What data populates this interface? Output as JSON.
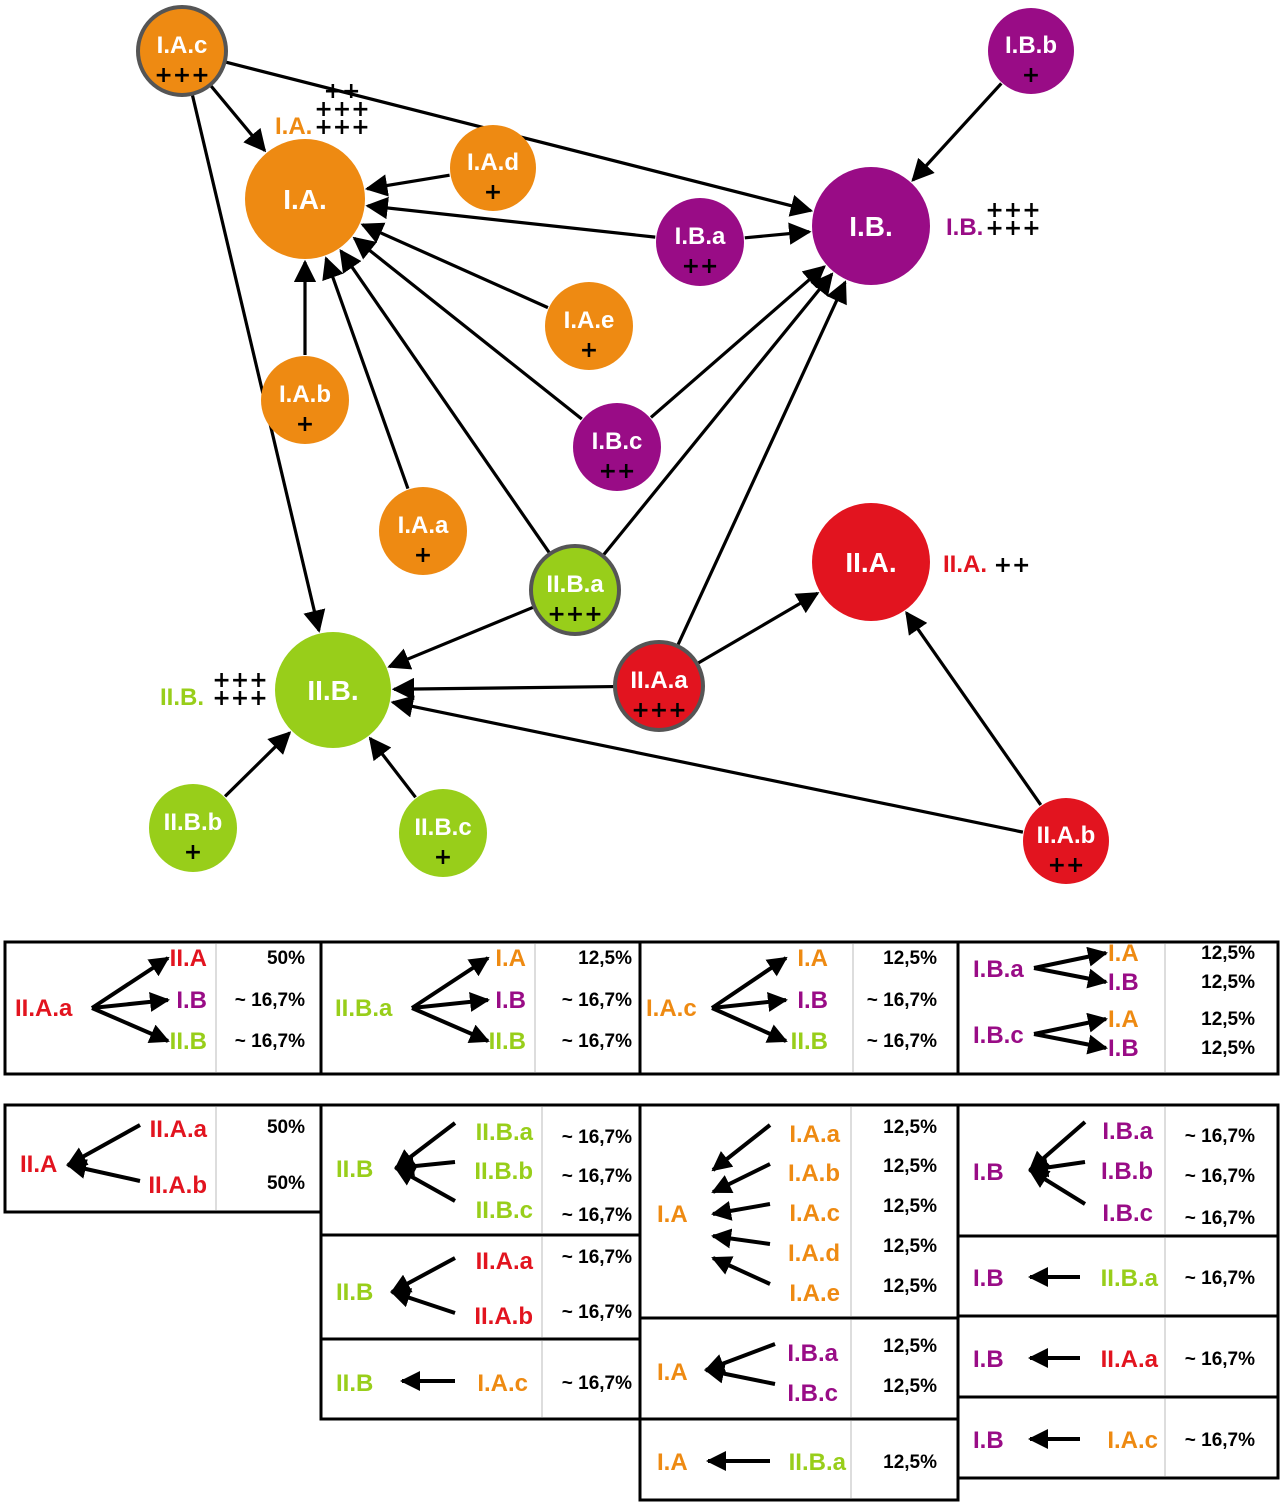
{
  "colors": {
    "orange": "#EE8A12",
    "purple": "#990C86",
    "green": "#98CE1A",
    "red": "#E2141F",
    "arrow": "#000000",
    "outline": "#555555"
  },
  "nodes": [
    {
      "id": "IAc",
      "label": "I.A.c",
      "mark": "+++",
      "color": "orange",
      "outlined": true
    },
    {
      "id": "IA",
      "label": "I.A.",
      "mark": "",
      "color": "orange",
      "outlined": false
    },
    {
      "id": "IAd",
      "label": "I.A.d",
      "mark": "+",
      "color": "orange",
      "outlined": false
    },
    {
      "id": "IAe",
      "label": "I.A.e",
      "mark": "+",
      "color": "orange",
      "outlined": false
    },
    {
      "id": "IAb",
      "label": "I.A.b",
      "mark": "+",
      "color": "orange",
      "outlined": false
    },
    {
      "id": "IAa",
      "label": "I.A.a",
      "mark": "+",
      "color": "orange",
      "outlined": false
    },
    {
      "id": "IBb",
      "label": "I.B.b",
      "mark": "+",
      "color": "purple",
      "outlined": false
    },
    {
      "id": "IB",
      "label": "I.B.",
      "mark": "",
      "color": "purple",
      "outlined": false
    },
    {
      "id": "IBa",
      "label": "I.B.a",
      "mark": "++",
      "color": "purple",
      "outlined": false
    },
    {
      "id": "IBc",
      "label": "I.B.c",
      "mark": "++",
      "color": "purple",
      "outlined": false
    },
    {
      "id": "IIA",
      "label": "II.A.",
      "mark": "",
      "color": "red",
      "outlined": false
    },
    {
      "id": "IIAa",
      "label": "II.A.a",
      "mark": "+++",
      "color": "red",
      "outlined": true
    },
    {
      "id": "IIAb",
      "label": "II.A.b",
      "mark": "++",
      "color": "red",
      "outlined": false
    },
    {
      "id": "IIBa",
      "label": "II.B.a",
      "mark": "+++",
      "color": "green",
      "outlined": true
    },
    {
      "id": "IIB",
      "label": "II.B.",
      "mark": "",
      "color": "green",
      "outlined": false
    },
    {
      "id": "IIBb",
      "label": "II.B.b",
      "mark": "+",
      "color": "green",
      "outlined": false
    },
    {
      "id": "IIBc",
      "label": "II.B.c",
      "mark": "+",
      "color": "green",
      "outlined": false
    }
  ],
  "edges": [
    {
      "from": "IAc",
      "to": "IA"
    },
    {
      "from": "IAc",
      "to": "IB"
    },
    {
      "from": "IAc",
      "to": "IIB"
    },
    {
      "from": "IAd",
      "to": "IA"
    },
    {
      "from": "IBa",
      "to": "IA"
    },
    {
      "from": "IBa",
      "to": "IB"
    },
    {
      "from": "IAe",
      "to": "IA"
    },
    {
      "from": "IBc",
      "to": "IA"
    },
    {
      "from": "IBc",
      "to": "IB"
    },
    {
      "from": "IAb",
      "to": "IA"
    },
    {
      "from": "IAa",
      "to": "IA"
    },
    {
      "from": "IIBa",
      "to": "IA"
    },
    {
      "from": "IIBa",
      "to": "IB"
    },
    {
      "from": "IIBa",
      "to": "IIB"
    },
    {
      "from": "IBb",
      "to": "IB"
    },
    {
      "from": "IIAa",
      "to": "IB"
    },
    {
      "from": "IIAa",
      "to": "IIA"
    },
    {
      "from": "IIAa",
      "to": "IIB"
    },
    {
      "from": "IIAb",
      "to": "IIA"
    },
    {
      "from": "IIAb",
      "to": "IIB"
    },
    {
      "from": "IIBb",
      "to": "IIB"
    },
    {
      "from": "IIBc",
      "to": "IIB"
    }
  ],
  "hub_tags": [
    {
      "id": "IA",
      "label": "I.A.",
      "color": "orange",
      "marks": [
        "++",
        "+++",
        "+++"
      ]
    },
    {
      "id": "IB",
      "label": "I.B.",
      "color": "purple",
      "marks": [
        "+++",
        "+++"
      ]
    },
    {
      "id": "IIA",
      "label": "II.A.",
      "color": "red",
      "marks": [
        "++"
      ]
    },
    {
      "id": "IIB",
      "label": "II.B.",
      "color": "green",
      "marks": [
        "+++",
        "+++"
      ]
    }
  ],
  "table_row1": [
    {
      "source": {
        "t": "II.A.a",
        "c": "red"
      },
      "targets": [
        {
          "t": "II.A",
          "c": "red"
        },
        {
          "t": "I.B",
          "c": "purple"
        },
        {
          "t": "II.B",
          "c": "green"
        }
      ],
      "pcts": [
        "50%",
        "~ 16,7%",
        "~ 16,7%"
      ]
    },
    {
      "source": {
        "t": "II.B.a",
        "c": "green"
      },
      "targets": [
        {
          "t": "I.A",
          "c": "orange"
        },
        {
          "t": "I.B",
          "c": "purple"
        },
        {
          "t": "II.B",
          "c": "green"
        }
      ],
      "pcts": [
        "12,5%",
        "~ 16,7%",
        "~ 16,7%"
      ]
    },
    {
      "source": {
        "t": "I.A.c",
        "c": "orange"
      },
      "targets": [
        {
          "t": "I.A",
          "c": "orange"
        },
        {
          "t": "I.B",
          "c": "purple"
        },
        {
          "t": "II.B",
          "c": "green"
        }
      ],
      "pcts": [
        "12,5%",
        "~ 16,7%",
        "~ 16,7%"
      ]
    },
    {
      "groups": [
        {
          "source": {
            "t": "I.B.a",
            "c": "purple"
          },
          "targets": [
            {
              "t": "I.A",
              "c": "orange"
            },
            {
              "t": "I.B",
              "c": "purple"
            }
          ],
          "pcts": [
            "12,5%",
            "12,5%"
          ]
        },
        {
          "source": {
            "t": "I.B.c",
            "c": "purple"
          },
          "targets": [
            {
              "t": "I.A",
              "c": "orange"
            },
            {
              "t": "I.B",
              "c": "purple"
            }
          ],
          "pcts": [
            "12,5%",
            "12,5%"
          ]
        }
      ]
    }
  ],
  "table_row2": {
    "IIA": {
      "target": {
        "t": "II.A",
        "c": "red"
      },
      "sources": [
        {
          "t": "II.A.a",
          "c": "red"
        },
        {
          "t": "II.A.b",
          "c": "red"
        }
      ],
      "pcts": [
        "50%",
        "50%"
      ]
    },
    "IIB_green": {
      "target": {
        "t": "II.B",
        "c": "green"
      },
      "sources": [
        {
          "t": "II.B.a",
          "c": "green"
        },
        {
          "t": "II.B.b",
          "c": "green"
        },
        {
          "t": "II.B.c",
          "c": "green"
        }
      ],
      "pcts": [
        "~ 16,7%",
        "~ 16,7%",
        "~ 16,7%"
      ]
    },
    "IIB_red": {
      "target": {
        "t": "II.B",
        "c": "green"
      },
      "sources": [
        {
          "t": "II.A.a",
          "c": "red"
        },
        {
          "t": "II.A.b",
          "c": "red"
        }
      ],
      "pcts": [
        "~ 16,7%",
        "~ 16,7%"
      ]
    },
    "IIB_orange": {
      "target": {
        "t": "II.B",
        "c": "green"
      },
      "source": {
        "t": "I.A.c",
        "c": "orange"
      },
      "pct": "~ 16,7%"
    },
    "IA_orange": {
      "target": {
        "t": "I.A",
        "c": "orange"
      },
      "sources": [
        {
          "t": "I.A.a",
          "c": "orange"
        },
        {
          "t": "I.A.b",
          "c": "orange"
        },
        {
          "t": "I.A.c",
          "c": "orange"
        },
        {
          "t": "I.A.d",
          "c": "orange"
        },
        {
          "t": "I.A.e",
          "c": "orange"
        }
      ],
      "pcts": [
        "12,5%",
        "12,5%",
        "12,5%",
        "12,5%",
        "12,5%"
      ]
    },
    "IA_purple": {
      "target": {
        "t": "I.A",
        "c": "orange"
      },
      "sources": [
        {
          "t": "I.B.a",
          "c": "purple"
        },
        {
          "t": "I.B.c",
          "c": "purple"
        }
      ],
      "pcts": [
        "12,5%",
        "12,5%"
      ]
    },
    "IA_green": {
      "target": {
        "t": "I.A",
        "c": "orange"
      },
      "source": {
        "t": "II.B.a",
        "c": "green"
      },
      "pct": "12,5%"
    },
    "IB_purple": {
      "target": {
        "t": "I.B",
        "c": "purple"
      },
      "sources": [
        {
          "t": "I.B.a",
          "c": "purple"
        },
        {
          "t": "I.B.b",
          "c": "purple"
        },
        {
          "t": "I.B.c",
          "c": "purple"
        }
      ],
      "pcts": [
        "~ 16,7%",
        "~ 16,7%",
        "~ 16,7%"
      ]
    },
    "IB_green": {
      "target": {
        "t": "I.B",
        "c": "purple"
      },
      "source": {
        "t": "II.B.a",
        "c": "green"
      },
      "pct": "~ 16,7%"
    },
    "IB_red": {
      "target": {
        "t": "I.B",
        "c": "purple"
      },
      "source": {
        "t": "II.A.a",
        "c": "red"
      },
      "pct": "~ 16,7%"
    },
    "IB_orange": {
      "target": {
        "t": "I.B",
        "c": "purple"
      },
      "source": {
        "t": "I.A.c",
        "c": "orange"
      },
      "pct": "~ 16,7%"
    }
  }
}
